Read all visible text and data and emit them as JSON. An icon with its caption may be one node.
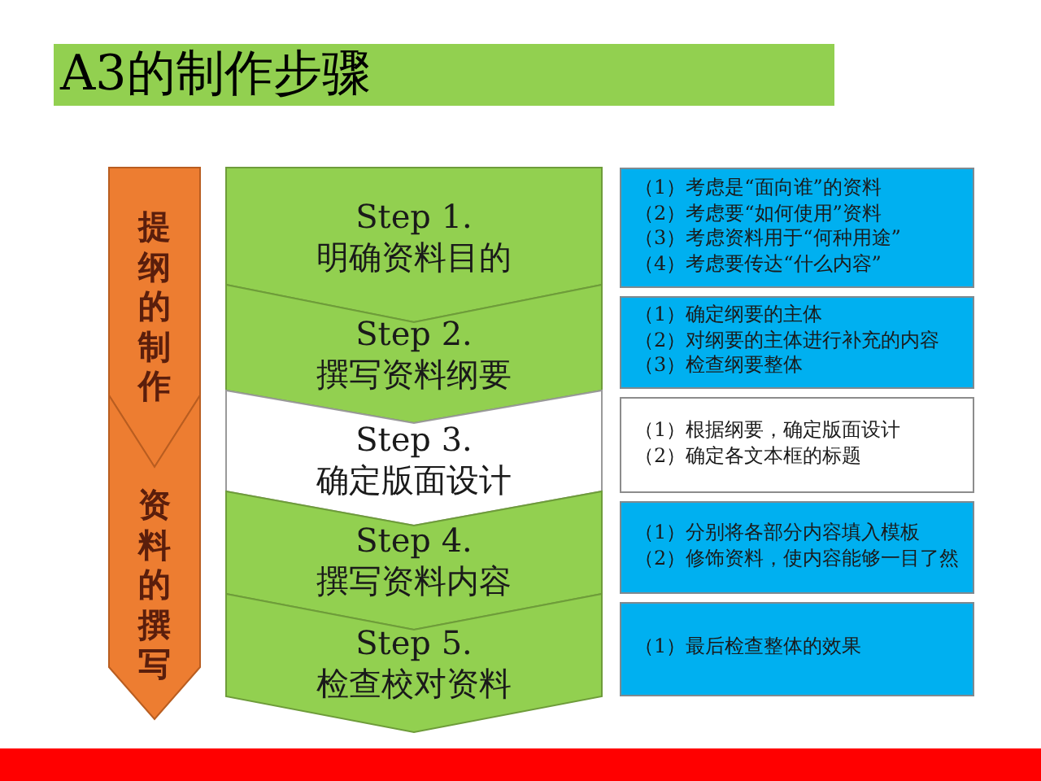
{
  "diagram": {
    "title": "A3的制作步骤",
    "nodes": [
      {
        "text": [
          "提纲的制作"
        ]
      },
      {
        "text": [
          "资料的撰写"
        ]
      },
      {
        "text": [
          "Step 1.",
          "明确资料目的"
        ]
      },
      {
        "text": [
          "Step 2.",
          "撰写资料纲要"
        ]
      },
      {
        "text": [
          "Step 3.",
          "确定版面设计"
        ]
      },
      {
        "text": [
          "Step 4.",
          "撰写资料内容"
        ]
      },
      {
        "text": [
          "Step 5.",
          "检查校对资料"
        ]
      },
      {
        "text": [
          "（1）考虑是“面向谁”的资料",
          "（2）考虑要“如何使用”资料",
          "（3）考虑资料用于“何种用途”",
          "（4）考虑要传达“什么内容”"
        ]
      },
      {
        "text": [
          "（1）确定纲要的主体",
          "（2）对纲要的主体进行补充的内容",
          "（3）检查纲要整体"
        ]
      },
      {
        "text": [
          "（1）根据纲要，确定版面设计",
          "（2）确定各文本框的标题"
        ]
      },
      {
        "text": [
          "（1）分别将各部分内容填入模板",
          "（2）修饰资料，使内容能够一目了然"
        ]
      },
      {
        "text": [
          "（1）最后检查整体的效果"
        ]
      }
    ]
  }
}
